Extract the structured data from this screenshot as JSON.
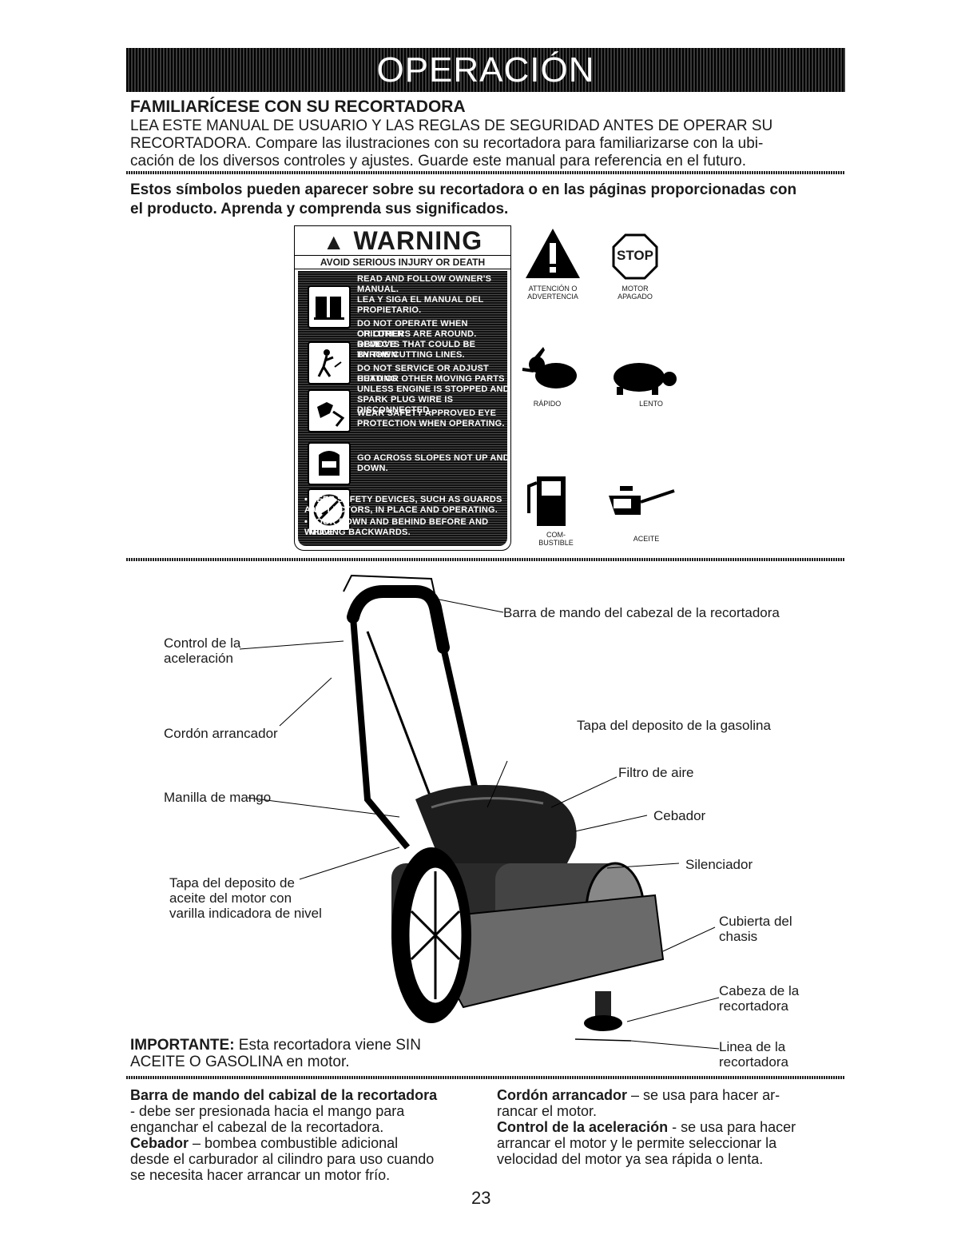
{
  "banner": {
    "title": "OPERACIÓN"
  },
  "familiarize": {
    "heading": "FAMILIARÍCESE CON SU RECORTADORA",
    "line1": "LEA ESTE MANUAL DE USUARIO Y LAS REGLAS DE SEGURIDAD ANTES DE OPERAR SU",
    "line2": "RECORTADORA. Compare las ilustraciones con su recortadora para familiarizarse con la ubi-",
    "line3": "cación de los diversos controles y ajustes. Guarde este manual para referencia en el futuro."
  },
  "symbols_intro": {
    "line1": "Estos símbolos pueden aparecer sobre su recortadora o en las páginas proporcionadas con",
    "line2": "el producto. Aprenda y comprenda sus significados."
  },
  "warning_label": {
    "title": "WARNING",
    "subtitle": "AVOID SERIOUS INJURY OR DEATH",
    "lines": [
      "READ AND FOLLOW OWNER'S",
      "MANUAL.",
      "LEA Y SIGA EL MANUAL DEL",
      "PROPIETARIO.",
      "DO NOT OPERATE WHEN CHILDREN",
      "OR OTHERS ARE AROUND. REMOVE",
      "OBJECTS THAT COULD BE THROWN",
      "BY THE CUTTING LINES.",
      "DO NOT SERVICE OR ADJUST CUTTING",
      "HEAD OR OTHER MOVING PARTS",
      "UNLESS ENGINE IS STOPPED AND",
      "SPARK PLUG WIRE IS DISCONNECTED.",
      "WEAR SAFETY APPROVED EYE",
      "PROTECTION WHEN OPERATING.",
      "GO ACROSS SLOPES NOT UP AND",
      "DOWN.",
      "• KEEP SAFETY DEVICES, SUCH AS GUARDS AND",
      "DEFLECTORS, IN PLACE AND OPERATING.",
      "• LOOK DOWN AND BEHIND BEFORE AND WHILE",
      "MOVING BACKWARDS."
    ],
    "icons": [
      "book-icon",
      "thrown-object-icon",
      "hand-cut-icon",
      "eye-protection-icon",
      "no-slope-icon"
    ]
  },
  "symbols": {
    "attention": {
      "line1": "ATTENCIÓN O",
      "line2": "ADVERTENCIA"
    },
    "stop_sign": "STOP",
    "motor_off": {
      "line1": "MOTOR",
      "line2": "APAGADO"
    },
    "fast": "RÁPIDO",
    "slow": "LENTO",
    "fuel": {
      "line1": "COM-",
      "line2": "BUSTIBLE"
    },
    "oil": "ACEITE"
  },
  "callouts": {
    "trimmer_bar": "Barra de mando del cabezal de la recortadora",
    "throttle": {
      "line1": "Control de la",
      "line2": "aceleración"
    },
    "starter_cord": "Cordón arrancador",
    "gas_cap": "Tapa del deposito de la gasolina",
    "air_filter": "Filtro de aire",
    "handle_knob": "Manilla de mango",
    "primer": "Cebador",
    "muffler": "Silenciador",
    "oil_cap": {
      "line1": "Tapa del deposito de",
      "line2": "aceite del motor con",
      "line3": "varilla indicadora de nivel"
    },
    "deck": {
      "line1": "Cubierta del",
      "line2": "chasis"
    },
    "trimmer_head": {
      "line1": "Cabeza de la",
      "line2": "recortadora"
    },
    "trimmer_line": {
      "line1": "Linea de la",
      "line2": "recortadora"
    }
  },
  "important": {
    "label": "IMPORTANTE:",
    "text1": " Esta recortadora viene SIN",
    "text2": "ACEITE O GASOLINA en motor."
  },
  "descriptions": {
    "bar_title": "Barra de mando del cabizal de la recortadora",
    "bar_text1": "- debe ser presionada hacia el mango para",
    "bar_text2": "enganchar el cabezal de la recortadora.",
    "primer_title": "Cebador",
    "primer_text1": " – bombea combustible adicional",
    "primer_text2": "desde el carburador al cilindro para uso cuando",
    "primer_text3": "se necesita hacer arrancar un motor frío.",
    "cord_title": "Cordón arrancador",
    "cord_text1": " – se usa para hacer ar-",
    "cord_text2": "rancar el motor.",
    "throttle_title": "Control de la aceleración",
    "throttle_text1": " - se usa para hacer",
    "throttle_text2": "arrancar el motor y le permite seleccionar la",
    "throttle_text3": "velocidad del motor ya sea rápida o lenta."
  },
  "page_number": "23"
}
